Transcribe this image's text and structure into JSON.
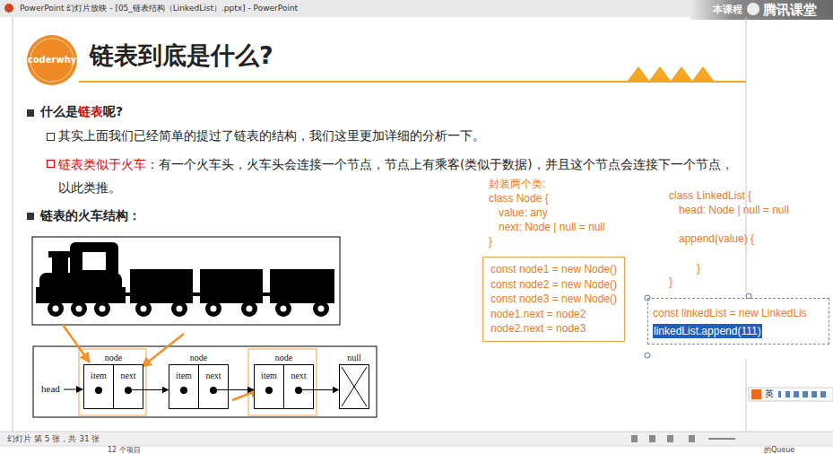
{
  "diagram": {
    "title": "链表到底是什么?",
    "nodes": [
      {
        "text": [
          "const node1 = new Node()",
          "const node2 = new Node()",
          "const node3 = new Node()",
          "node1.next = node2",
          "node2.next = node3"
        ]
      },
      {
        "text": [
          "const linkedList = new LinkedLis",
          "linkedList.append(111)"
        ]
      },
      {
        "text": [
          "node"
        ]
      },
      {
        "text": [
          "item"
        ],
        "in": 2
      },
      {
        "text": [
          "next"
        ],
        "in": 2
      },
      {
        "text": [
          "node"
        ]
      },
      {
        "text": [
          "item"
        ],
        "in": 5
      },
      {
        "text": [
          "next"
        ],
        "in": 5
      },
      {
        "text": [
          "node"
        ]
      },
      {
        "text": [
          "item"
        ],
        "in": 8
      },
      {
        "text": [
          "next"
        ],
        "in": 8
      },
      {
        "text": [
          "null"
        ]
      }
    ],
    "edges": [
      {
        "from": 4,
        "to": 6,
        "arrow": "to"
      },
      {
        "from": 7,
        "to": 9,
        "arrow": "to"
      },
      {
        "from": 10,
        "to": 11,
        "arrow": "to"
      }
    ],
    "labels": [
      "PowerPoint 幻灯片放映 - [05_链表结构（LinkedList）.pptx] - PowerPoint",
      "本课程",
      "腾讯课堂",
      "coderwhy",
      "什么是",
      "链表",
      "呢?",
      "其实上面我们已经简单的提过了链表的结构，我们这里更加详细的分析一下。",
      "链表类似于火车",
      "：有一个火车头，火车头会连接一个节点，节点上有乘客(类似于数据)，并且这个节点会连接下一个节点，以此类推。",
      "链表的火车结构：",
      "封装两个类:",
      "class Node {",
      "value: any",
      "next: Node | null = null",
      "}",
      "class LinkedList {",
      "head: Node | null = null",
      "append(value) {",
      "}",
      "}",
      "head",
      "幻灯片 第 5 张，共 31 张",
      "12 个项目",
      "的Queue",
      "英"
    ]
  }
}
